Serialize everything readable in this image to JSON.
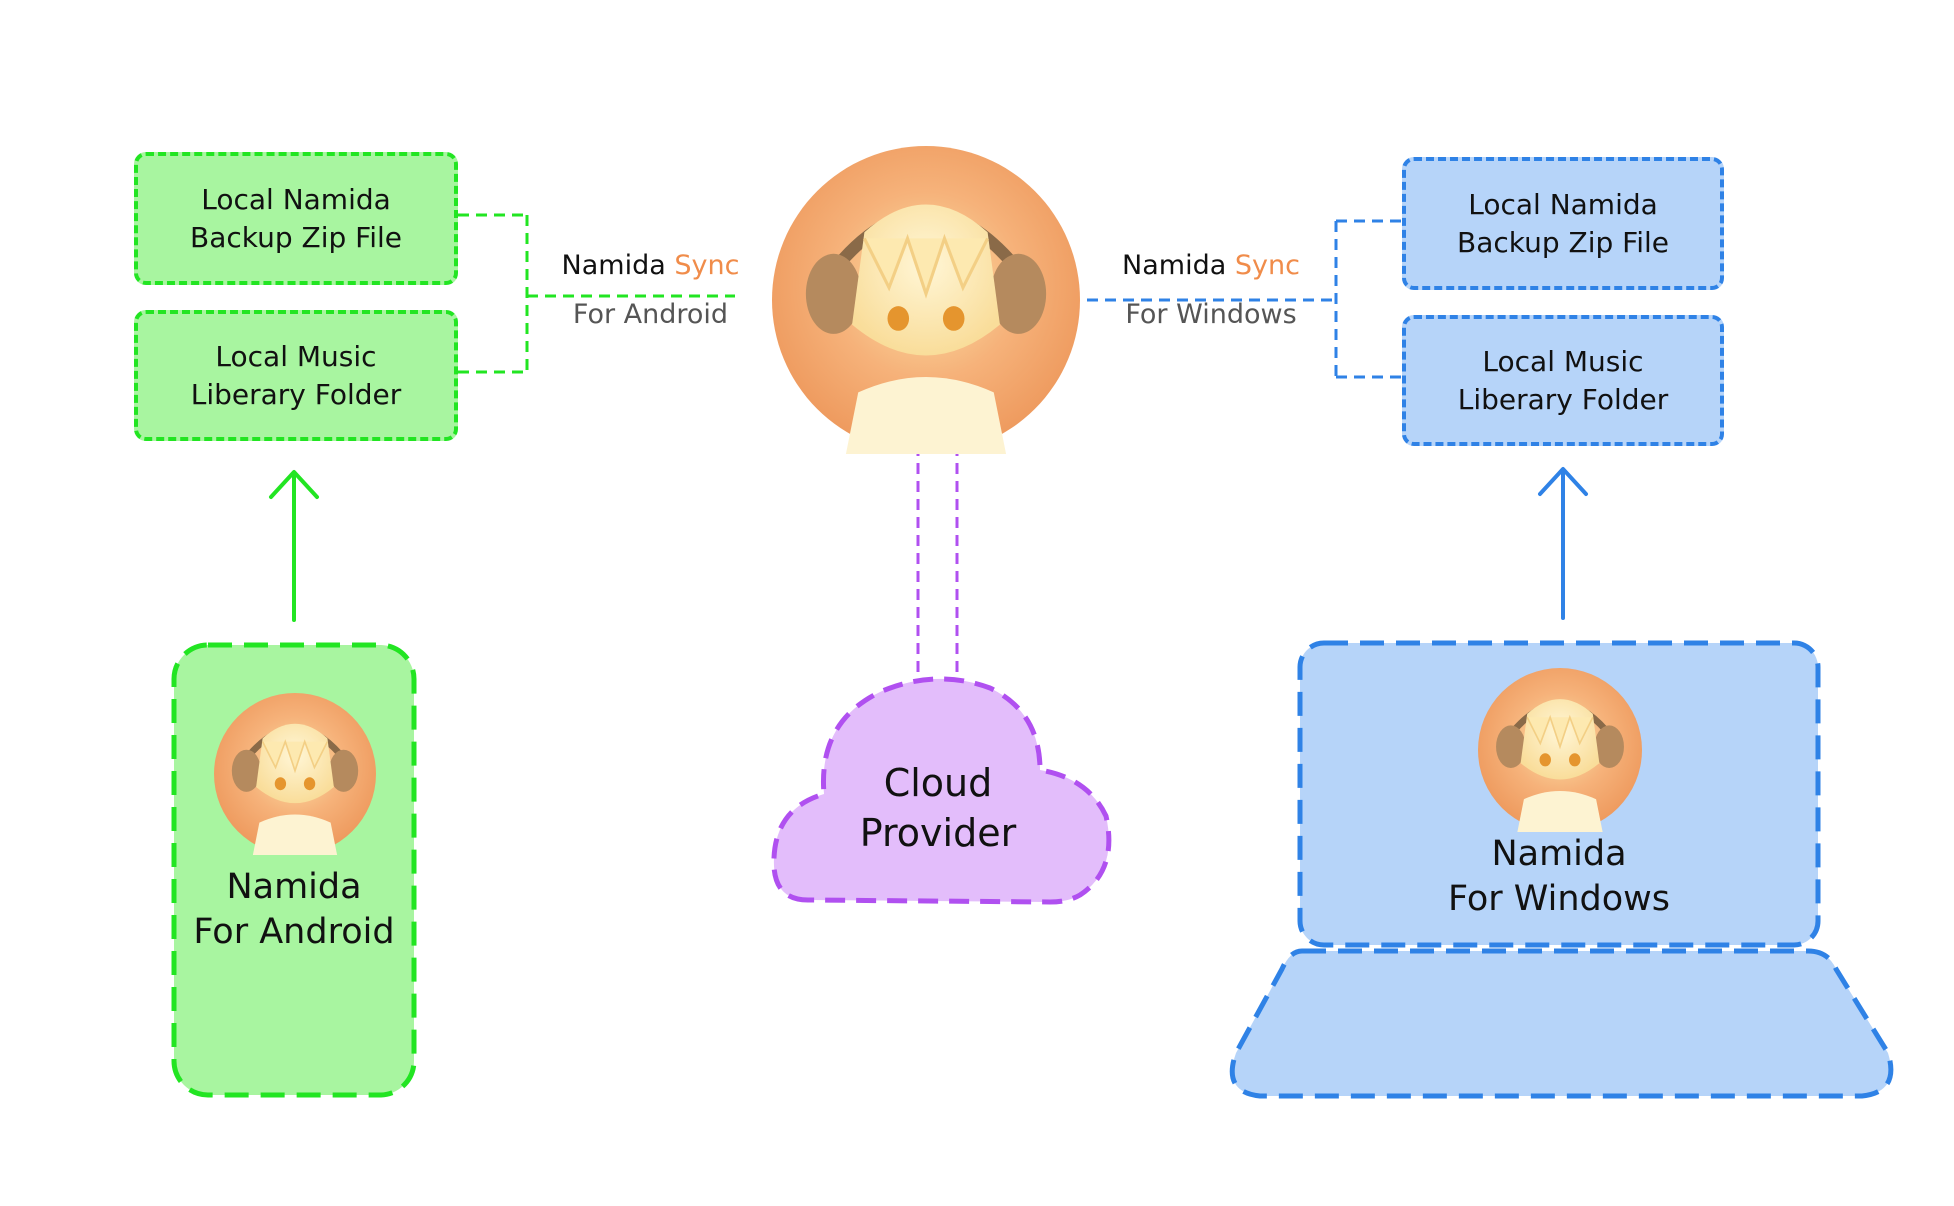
{
  "android_group": {
    "backup_box": {
      "line1": "Local Namida",
      "line2": "Backup Zip File"
    },
    "music_box": {
      "line1": "Local Music",
      "line2": "Liberary Folder"
    },
    "sync_label": {
      "prefix": "Namida ",
      "accent": "Sync",
      "sub": "For Android"
    },
    "device": {
      "line1": "Namida",
      "line2": "For Android"
    }
  },
  "windows_group": {
    "backup_box": {
      "line1": "Local Namida",
      "line2": "Backup Zip File"
    },
    "music_box": {
      "line1": "Local Music",
      "line2": "Liberary Folder"
    },
    "sync_label": {
      "prefix": "Namida ",
      "accent": "Sync",
      "sub": "For Windows"
    },
    "device": {
      "line1": "Namida",
      "line2": "For Windows"
    }
  },
  "cloud": {
    "line1": "Cloud",
    "line2": "Provider"
  },
  "colors": {
    "android_fill": "#a8f5a0",
    "android_stroke": "#22e522",
    "windows_fill": "#b6d4f9",
    "windows_stroke": "#2f82e6",
    "cloud_fill": "#e3bdfb",
    "cloud_stroke": "#b050f0",
    "sync_accent": "#f08c4a"
  },
  "icons": {
    "center_logo": "namida-avatar-icon",
    "android_logo": "namida-avatar-icon",
    "windows_logo": "namida-avatar-icon"
  }
}
